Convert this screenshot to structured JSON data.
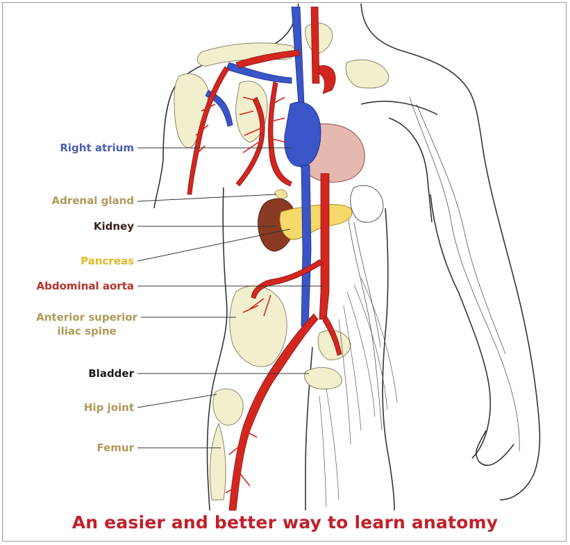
{
  "labels": {
    "right_atrium": "Right atrium",
    "adrenal_gland": "Adrenal gland",
    "kidney": "Kidney",
    "pancreas": "Pancreas",
    "abdominal_aorta": "Abdominal aorta",
    "anterior_superior_line1": "Anterior superior",
    "anterior_superior_line2": "iliac spine",
    "bladder": "Bladder",
    "hip_joint": "Hip joint",
    "femur": "Femur"
  },
  "caption": "An easier and better way to learn anatomy",
  "colors": {
    "vein_blue": "#3a55c8",
    "artery_red": "#d3261f",
    "bone": "#f2efcf",
    "organ_yellow": "#f5d96a",
    "kidney": "#8a3a22",
    "heart": "#e6b9b0",
    "caption": "#c0202a",
    "label_blue": "#4a5fb0",
    "label_tan": "#b09a5a",
    "label_dark": "#3a2020",
    "label_yellow": "#e3b82a",
    "label_red": "#b8322a",
    "label_black": "#1a1a1a"
  }
}
